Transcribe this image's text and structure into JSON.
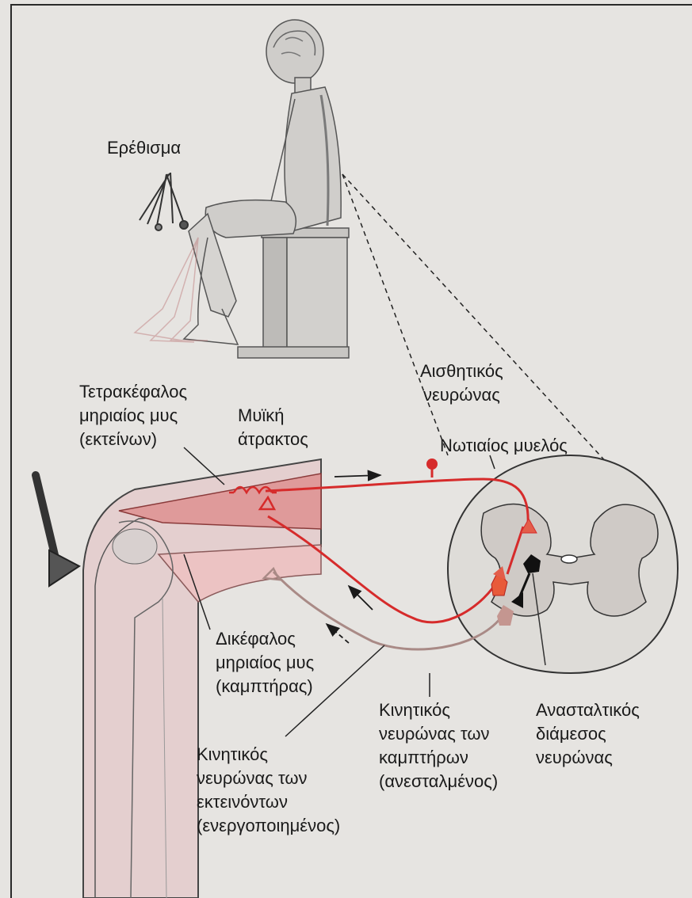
{
  "colors": {
    "page": "#e6e4e1",
    "frame": "#2a2a2a",
    "text": "#1a1a1a",
    "extensor_pathway": "#d62b2b",
    "flexor_pathway": "#a98a86",
    "muscle_extensor": "#df9a9a",
    "muscle_flexor": "#ecc3c3",
    "inhibitory_neuron": "#111111"
  },
  "labels": {
    "stimulus": "Ερέθισμα",
    "sensory_neuron": [
      "Αισθητικός",
      "νευρώνας"
    ],
    "spinal_cord": "Νωτιαίος μυελός",
    "quadriceps": [
      "Τετρακέφαλος",
      "μηριαίος μυς",
      "(εκτείνων)"
    ],
    "muscle_spindle": [
      "Μυϊκή",
      "άτρακτος"
    ],
    "biceps_femoris": [
      "Δικέφαλος",
      "μηριαίος μυς",
      "(καμπτήρας)"
    ],
    "extensor_motor": [
      "Κινητικός",
      "νευρώνας των",
      "εκτεινόντων",
      "(ενεργοποιημένος)"
    ],
    "flexor_motor": [
      "Κινητικός",
      "νευρώνας των",
      "καμπτήρων",
      "(ανεσταλμένος)"
    ],
    "inhibitory_interneuron": [
      "Ανασταλτικός",
      "διάμεσος",
      "νευρώνας"
    ]
  },
  "icons": [
    "person-seated-icon",
    "reflex-hammer-icon",
    "spindle-coil-icon",
    "neuron-soma-icon"
  ]
}
